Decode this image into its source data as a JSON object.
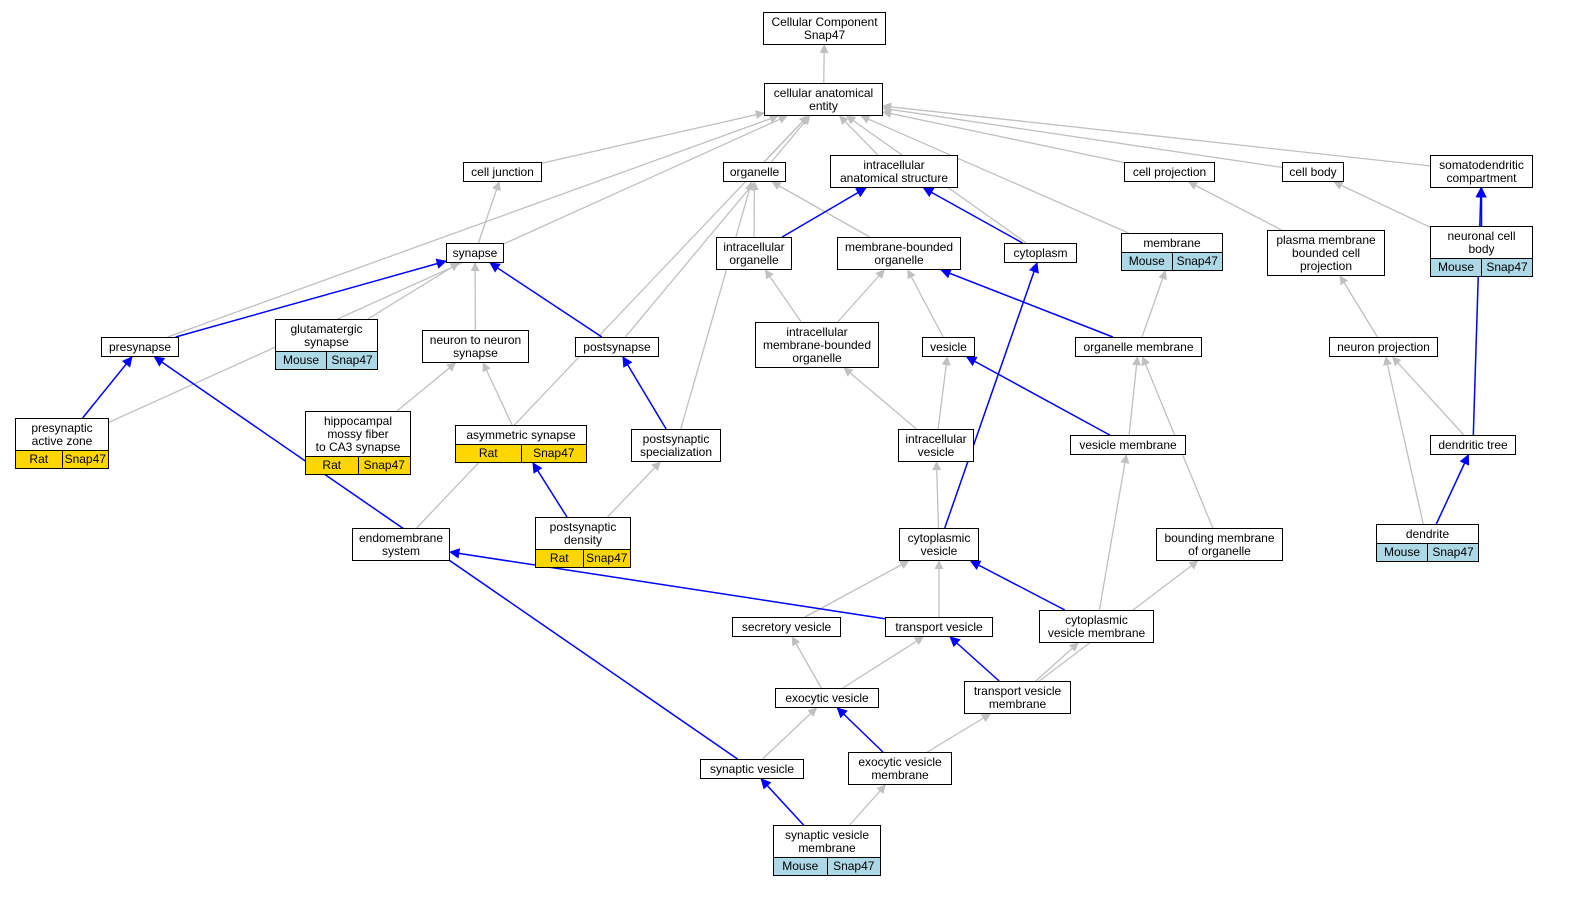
{
  "colors": {
    "inferred_edge": "#c0c0c0",
    "direct_edge": "#0000ff",
    "rat_fill": "#ffd700",
    "mouse_fill": "#add8e6"
  },
  "nodes": {
    "root": {
      "label": "Cellular Component\nSnap47"
    },
    "cae": {
      "label": "cellular anatomical\nentity"
    },
    "celljunction": {
      "label": "cell junction"
    },
    "organelle": {
      "label": "organelle"
    },
    "ias": {
      "label": "intracellular\nanatomical structure"
    },
    "cellprojection": {
      "label": "cell projection"
    },
    "cellbody": {
      "label": "cell body"
    },
    "somato": {
      "label": "somatodendritic\ncompartment"
    },
    "synapse": {
      "label": "synapse"
    },
    "intraorg": {
      "label": "intracellular\norganelle"
    },
    "mborg": {
      "label": "membrane-bounded\norganelle"
    },
    "cytoplasm": {
      "label": "cytoplasm"
    },
    "membrane": {
      "label": "membrane",
      "species": "Mouse",
      "gene": "Snap47"
    },
    "pmbcp": {
      "label": "plasma membrane\nbounded cell\nprojection"
    },
    "ncb": {
      "label": "neuronal cell\nbody",
      "species": "Mouse",
      "gene": "Snap47"
    },
    "presynapse": {
      "label": "presynapse"
    },
    "glut": {
      "label": "glutamatergic\nsynapse",
      "species": "Mouse",
      "gene": "Snap47"
    },
    "n2n": {
      "label": "neuron to neuron\nsynapse"
    },
    "postsynapse": {
      "label": "postsynapse"
    },
    "imbo": {
      "label": "intracellular\nmembrane-bounded\norganelle"
    },
    "vesicle": {
      "label": "vesicle"
    },
    "orgmem": {
      "label": "organelle membrane"
    },
    "neuronproj": {
      "label": "neuron projection"
    },
    "pAZ": {
      "label": "presynaptic\nactive zone",
      "species": "Rat",
      "gene": "Snap47"
    },
    "hippo": {
      "label": "hippocampal\nmossy fiber\nto CA3 synapse",
      "species": "Rat",
      "gene": "Snap47"
    },
    "asym": {
      "label": "asymmetric synapse",
      "species": "Rat",
      "gene": "Snap47"
    },
    "psspec": {
      "label": "postsynaptic\nspecialization"
    },
    "intves": {
      "label": "intracellular\nvesicle"
    },
    "vesmem": {
      "label": "vesicle membrane"
    },
    "dtree": {
      "label": "dendritic tree"
    },
    "endomem": {
      "label": "endomembrane\nsystem"
    },
    "psd": {
      "label": "postsynaptic\ndensity",
      "species": "Rat",
      "gene": "Snap47"
    },
    "cytves": {
      "label": "cytoplasmic\nvesicle"
    },
    "bmo": {
      "label": "bounding membrane\nof organelle"
    },
    "dendrite": {
      "label": "dendrite",
      "species": "Mouse",
      "gene": "Snap47"
    },
    "secves": {
      "label": "secretory vesicle"
    },
    "transves": {
      "label": "transport vesicle"
    },
    "cvm": {
      "label": "cytoplasmic\nvesicle membrane"
    },
    "exoves": {
      "label": "exocytic vesicle"
    },
    "tvm": {
      "label": "transport vesicle\nmembrane"
    },
    "synves": {
      "label": "synaptic vesicle"
    },
    "evm": {
      "label": "exocytic vesicle\nmembrane"
    },
    "svm": {
      "label": "synaptic vesicle\nmembrane",
      "species": "Mouse",
      "gene": "Snap47"
    }
  },
  "edges": [
    {
      "from": "cae",
      "to": "root",
      "kind": "inferred"
    },
    {
      "from": "celljunction",
      "to": "cae",
      "kind": "inferred"
    },
    {
      "from": "organelle",
      "to": "cae",
      "kind": "inferred"
    },
    {
      "from": "ias",
      "to": "cae",
      "kind": "inferred"
    },
    {
      "from": "cellprojection",
      "to": "cae",
      "kind": "inferred"
    },
    {
      "from": "cellbody",
      "to": "cae",
      "kind": "inferred"
    },
    {
      "from": "somato",
      "to": "cae",
      "kind": "inferred"
    },
    {
      "from": "cytoplasm",
      "to": "cae",
      "kind": "inferred"
    },
    {
      "from": "membrane",
      "to": "cae",
      "kind": "inferred"
    },
    {
      "from": "presynapse",
      "to": "cae",
      "kind": "inferred"
    },
    {
      "from": "pAZ",
      "to": "cae",
      "kind": "inferred"
    },
    {
      "from": "postsynapse",
      "to": "cae",
      "kind": "inferred"
    },
    {
      "from": "endomem",
      "to": "cae",
      "kind": "inferred"
    },
    {
      "from": "synapse",
      "to": "celljunction",
      "kind": "inferred"
    },
    {
      "from": "intraorg",
      "to": "organelle",
      "kind": "inferred"
    },
    {
      "from": "mborg",
      "to": "organelle",
      "kind": "inferred"
    },
    {
      "from": "psspec",
      "to": "organelle",
      "kind": "inferred"
    },
    {
      "from": "intraorg",
      "to": "ias",
      "kind": "direct"
    },
    {
      "from": "cytoplasm",
      "to": "ias",
      "kind": "direct"
    },
    {
      "from": "pmbcp",
      "to": "cellprojection",
      "kind": "inferred"
    },
    {
      "from": "ncb",
      "to": "cellbody",
      "kind": "inferred"
    },
    {
      "from": "ncb",
      "to": "somato",
      "kind": "direct"
    },
    {
      "from": "dtree",
      "to": "somato",
      "kind": "direct"
    },
    {
      "from": "presynapse",
      "to": "synapse",
      "kind": "direct"
    },
    {
      "from": "postsynapse",
      "to": "synapse",
      "kind": "direct"
    },
    {
      "from": "glut",
      "to": "synapse",
      "kind": "inferred"
    },
    {
      "from": "n2n",
      "to": "synapse",
      "kind": "inferred"
    },
    {
      "from": "imbo",
      "to": "intraorg",
      "kind": "inferred"
    },
    {
      "from": "imbo",
      "to": "mborg",
      "kind": "inferred"
    },
    {
      "from": "vesicle",
      "to": "mborg",
      "kind": "inferred"
    },
    {
      "from": "orgmem",
      "to": "mborg",
      "kind": "direct"
    },
    {
      "from": "orgmem",
      "to": "membrane",
      "kind": "inferred"
    },
    {
      "from": "neuronproj",
      "to": "pmbcp",
      "kind": "inferred"
    },
    {
      "from": "pAZ",
      "to": "presynapse",
      "kind": "direct"
    },
    {
      "from": "synves",
      "to": "presynapse",
      "kind": "direct"
    },
    {
      "from": "hippo",
      "to": "n2n",
      "kind": "inferred"
    },
    {
      "from": "asym",
      "to": "n2n",
      "kind": "inferred"
    },
    {
      "from": "psspec",
      "to": "postsynapse",
      "kind": "direct"
    },
    {
      "from": "intves",
      "to": "imbo",
      "kind": "inferred"
    },
    {
      "from": "intves",
      "to": "vesicle",
      "kind": "inferred"
    },
    {
      "from": "vesmem",
      "to": "vesicle",
      "kind": "direct"
    },
    {
      "from": "vesmem",
      "to": "orgmem",
      "kind": "inferred"
    },
    {
      "from": "bmo",
      "to": "orgmem",
      "kind": "inferred"
    },
    {
      "from": "dtree",
      "to": "neuronproj",
      "kind": "inferred"
    },
    {
      "from": "dendrite",
      "to": "neuronproj",
      "kind": "inferred"
    },
    {
      "from": "dendrite",
      "to": "dtree",
      "kind": "direct"
    },
    {
      "from": "psd",
      "to": "asym",
      "kind": "direct"
    },
    {
      "from": "psd",
      "to": "psspec",
      "kind": "inferred"
    },
    {
      "from": "cytves",
      "to": "intves",
      "kind": "inferred"
    },
    {
      "from": "cytves",
      "to": "cytoplasm",
      "kind": "direct"
    },
    {
      "from": "cvm",
      "to": "vesmem",
      "kind": "inferred"
    },
    {
      "from": "secves",
      "to": "cytves",
      "kind": "inferred"
    },
    {
      "from": "transves",
      "to": "cytves",
      "kind": "inferred"
    },
    {
      "from": "cvm",
      "to": "cytves",
      "kind": "direct"
    },
    {
      "from": "transves",
      "to": "endomem",
      "kind": "direct"
    },
    {
      "from": "exoves",
      "to": "secves",
      "kind": "inferred"
    },
    {
      "from": "exoves",
      "to": "transves",
      "kind": "inferred"
    },
    {
      "from": "tvm",
      "to": "transves",
      "kind": "direct"
    },
    {
      "from": "tvm",
      "to": "cvm",
      "kind": "inferred"
    },
    {
      "from": "tvm",
      "to": "bmo",
      "kind": "inferred"
    },
    {
      "from": "synves",
      "to": "exoves",
      "kind": "inferred"
    },
    {
      "from": "evm",
      "to": "exoves",
      "kind": "direct"
    },
    {
      "from": "evm",
      "to": "tvm",
      "kind": "inferred"
    },
    {
      "from": "svm",
      "to": "synves",
      "kind": "direct"
    },
    {
      "from": "svm",
      "to": "evm",
      "kind": "inferred"
    }
  ]
}
